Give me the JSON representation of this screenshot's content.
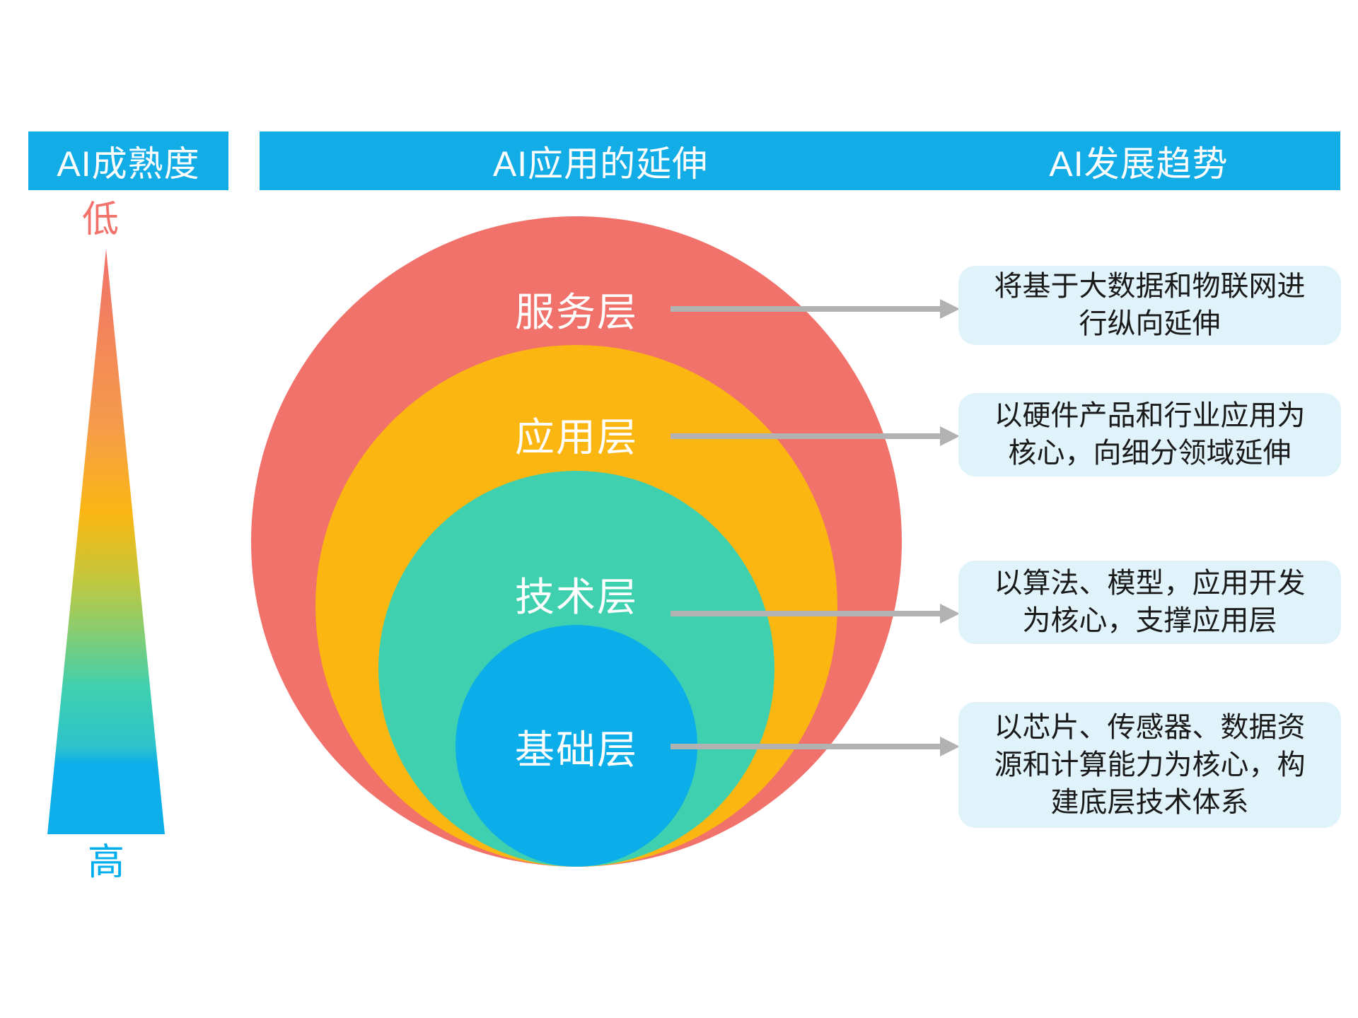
{
  "palette": {
    "header_bg": "#12ACE6",
    "header_text": "#FFFFFF",
    "circle_service": "#F1716B",
    "circle_application": "#FBB612",
    "circle_technology": "#3FD0AF",
    "circle_foundation": "#0CAEE9",
    "circle_label_text": "#FFFFFF",
    "arrow": "#B2B2B2",
    "box_bg": "#E0F3FB",
    "box_text": "#1A1A1A",
    "low_label_color": "#F1716B",
    "high_label_color": "#00AEEF",
    "cone_gradient": [
      "#F1716B 0%",
      "#F59B4B 30%",
      "#FBB713 45%",
      "#C6C73B 56%",
      "#8ACD6E 65%",
      "#3FD0AF 75%",
      "#2EC3CC 85%",
      "#0DAEE9 88%",
      "#0DAEE9 100%"
    ]
  },
  "columns": {
    "maturity": {
      "header": "AI成熟度",
      "low": "低",
      "high": "高"
    },
    "extension": {
      "header": "AI应用的延伸"
    },
    "trend": {
      "header": "AI发展趋势"
    }
  },
  "layers": [
    {
      "label": "服务层",
      "trend": "将基于大数据和物联网进行纵向延伸"
    },
    {
      "label": "应用层",
      "trend": "以硬件产品和行业应用为核心，向细分领域延伸"
    },
    {
      "label": "技术层",
      "trend": "以算法、模型，应用开发为核心，支撑应用层"
    },
    {
      "label": "基础层",
      "trend": "以芯片、传感器、数据资源和计算能力为核心，构建底层技术体系"
    }
  ]
}
